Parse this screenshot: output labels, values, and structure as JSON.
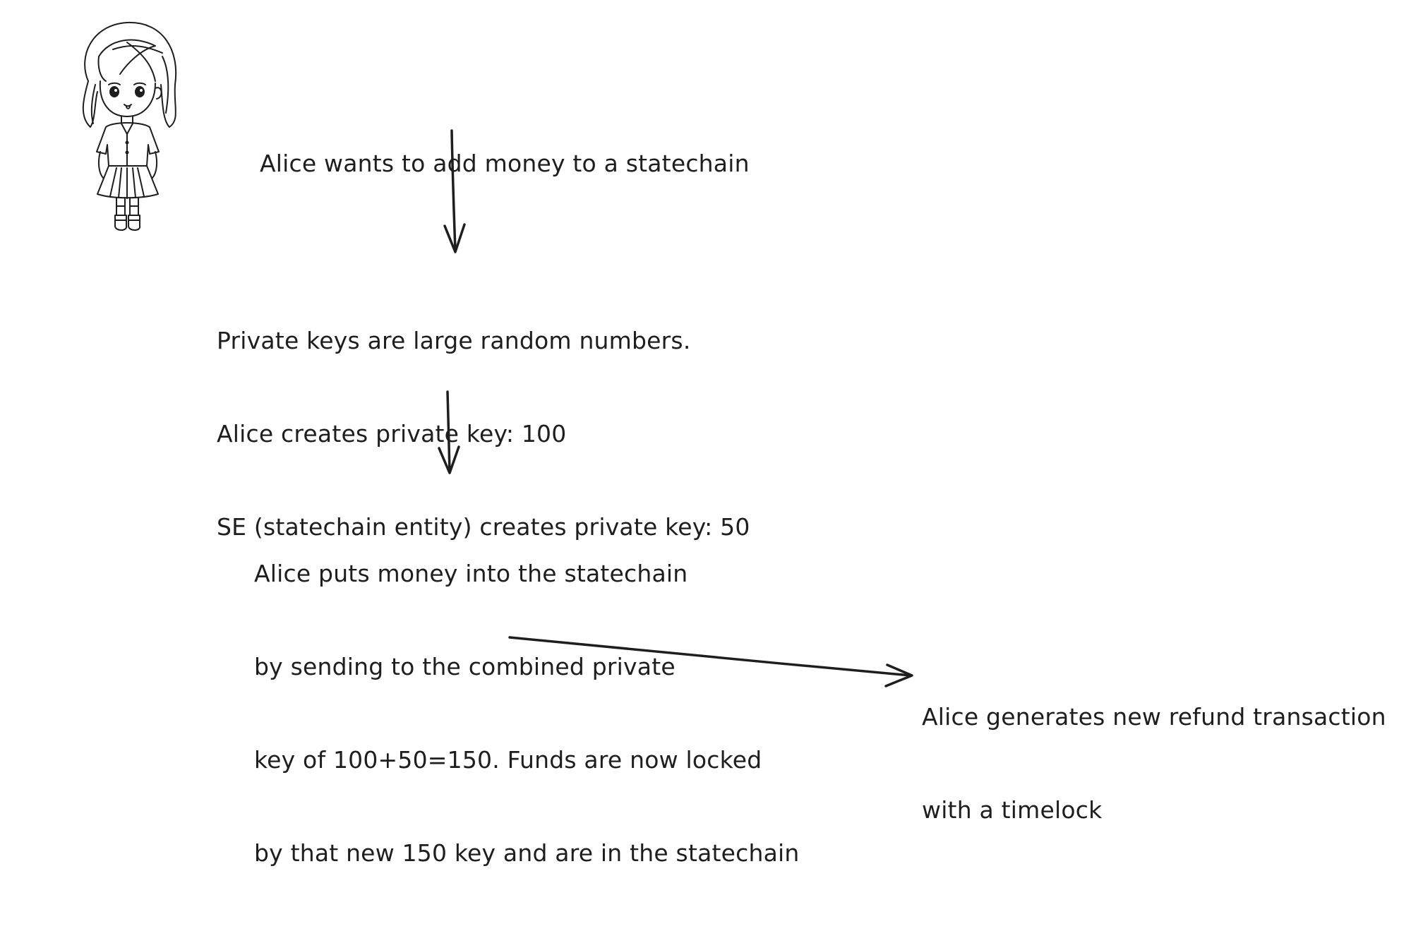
{
  "steps": [
    {
      "lines": [
        "Alice wants to add money to a statechain"
      ]
    },
    {
      "lines": [
        "Private keys are large random numbers.",
        "Alice creates private key: 100",
        "SE (statechain entity) creates private key: 50"
      ]
    },
    {
      "lines": [
        "Alice puts money into the statechain",
        "by sending to the combined private",
        "key of 100+50=150. Funds are now locked",
        "by that new 150 key and are in the statechain"
      ]
    },
    {
      "lines": [
        "Alice generates new refund transaction",
        "with a timelock"
      ]
    }
  ],
  "illustration": {
    "icon": "girl-character-icon"
  },
  "colors": {
    "ink": "#1e1e1e",
    "background": "#ffffff"
  }
}
